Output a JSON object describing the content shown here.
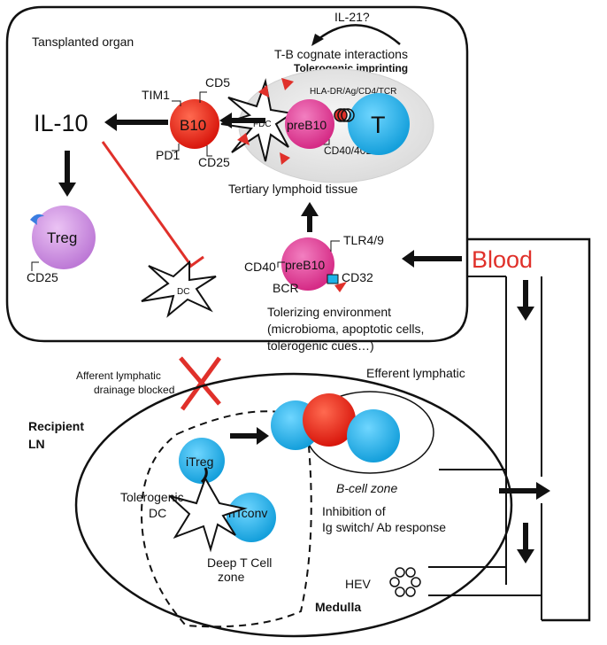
{
  "organ": {
    "title": "Tansplanted organ",
    "il21": "IL-21?",
    "tb_interactions": "T-B cognate interactions",
    "tolerogenic_imprinting": "Tolerogenic imprinting",
    "hla": "HLA-DR/Ag/CD4/TCR",
    "cd40_40l": "CD40/40L",
    "tertiary": "Tertiary lymphoid tissue",
    "fdc": "FDC",
    "il10": "IL-10",
    "b10": "B10",
    "prebl10_top": "preB10",
    "t_cell": "T",
    "cd5": "CD5",
    "tim1": "TIM1",
    "pd1": "PD1",
    "cd25_b10": "CD25",
    "treg": "Treg",
    "cd25_treg": "CD25",
    "dc": "DC",
    "prebl10_bottom": "preB10",
    "tlr": "TLR4/9",
    "cd40": "CD40",
    "cd32": "CD32",
    "bcr": "BCR",
    "env_line1": "Tolerizing environment",
    "env_line2": "(microbioma, apoptotic cells,",
    "env_line3": "tolerogenic cues…)"
  },
  "blood": {
    "label": "Blood",
    "color": "#e0302a"
  },
  "lymphatics": {
    "afferent_line1": "Afferent lymphatic",
    "afferent_line2": "drainage blocked",
    "efferent": "Efferent lymphatic"
  },
  "node": {
    "recipient_line1": "Recipient",
    "recipient_line2": "LN",
    "itreg": "iTreg",
    "tolerogenic_line1": "Tolerogenic",
    "tolerogenic_line2": "DC",
    "ntconv": "nTconv",
    "deep_line1": "Deep T Cell",
    "deep_line2": "zone",
    "bcell_zone": "B-cell zone",
    "inhibition_line1": "Inhibition of",
    "inhibition_line2": "Ig switch/ Ab response",
    "hev": "HEV",
    "medulla": "Medulla"
  },
  "colors": {
    "b10": "#ee2a1c",
    "prebl10": "#e8459b",
    "t_cell": "#1fb3e8",
    "treg": "#cf8fe0",
    "inhibit_line": "#e0302a",
    "tertiary_fill": "#ececec"
  }
}
